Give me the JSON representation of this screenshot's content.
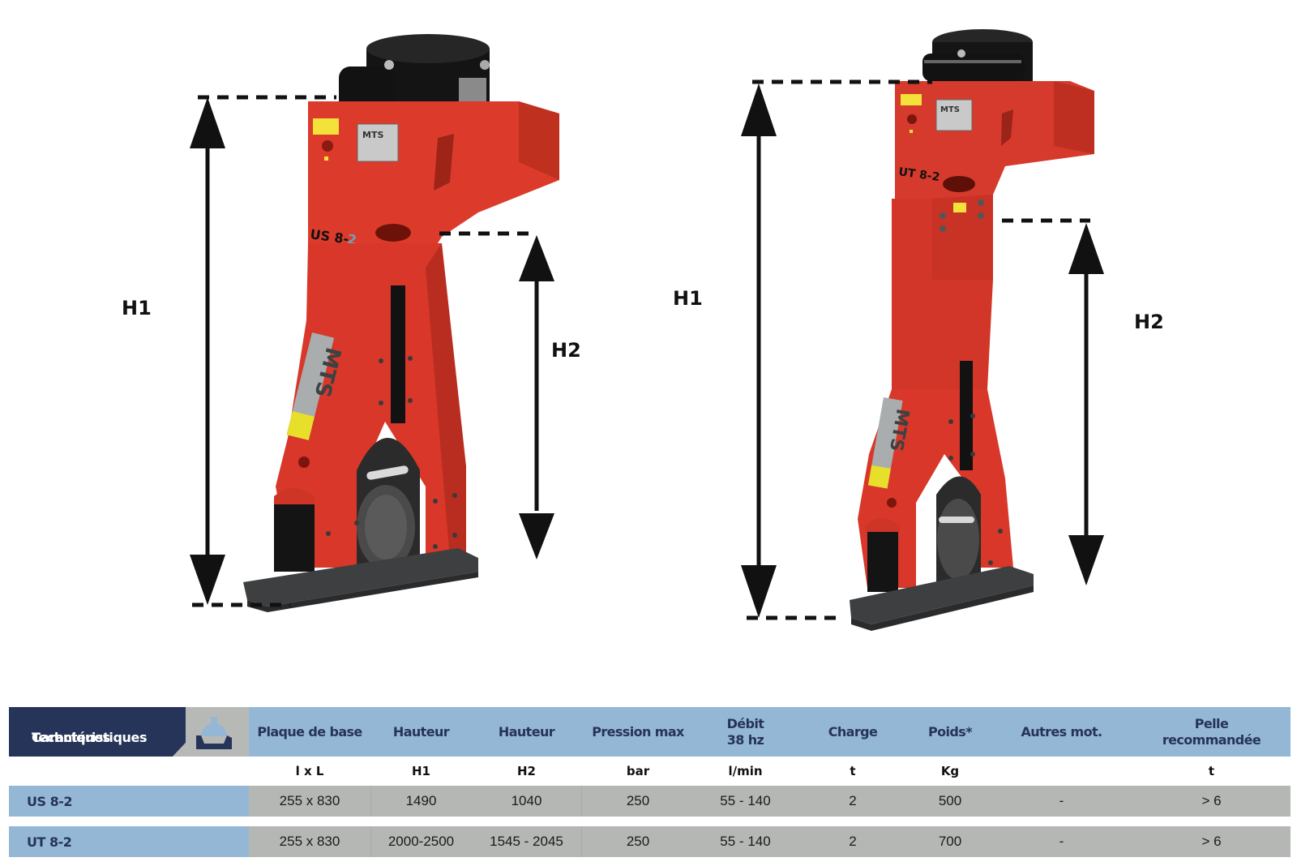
{
  "figure": {
    "left_machine": {
      "model_marking": "US 8-2",
      "brand": "MTS",
      "dimensions": {
        "h1_label": "H1",
        "h2_label": "H2"
      }
    },
    "right_machine": {
      "model_marking": "UT 8-2",
      "brand": "MTS",
      "dimensions": {
        "h1_label": "H1",
        "h2_label": "H2"
      }
    },
    "colors": {
      "machine_body": "#d9392b",
      "machine_dark": "#1b1b1b",
      "base_plate": "#3c3c3e",
      "dimension_lines": "#111111"
    }
  },
  "table": {
    "title": "Caractéristiques\nTechniques",
    "title_line1": "Caractéristiques",
    "title_line2": "Techniques",
    "icon": "compactor-plate-icon",
    "colors": {
      "title_bg": "#26345a",
      "header_bg": "#95b7d6",
      "header_text": "#26345a",
      "icon_cell_bg": "#b7b9b6",
      "data_bg": "#b5b7b4"
    },
    "columns": [
      {
        "header": "Plaque de base",
        "unit": "l x L"
      },
      {
        "header": "Hauteur",
        "unit": "H1"
      },
      {
        "header": "Hauteur",
        "unit": "H2"
      },
      {
        "header": "Pression max",
        "unit": "bar"
      },
      {
        "header": "Débit\n38 hz",
        "unit": "l/min"
      },
      {
        "header": "Charge",
        "unit": "t"
      },
      {
        "header": "Poids*",
        "unit": "Kg"
      },
      {
        "header": "Autres mot.",
        "unit": ""
      },
      {
        "header": "Pelle\nrecommandée",
        "unit": "t"
      }
    ],
    "rows": [
      {
        "model": "US 8-2",
        "values": [
          "255 x 830",
          "1490",
          "1040",
          "250",
          "55 - 140",
          "2",
          "500",
          "-",
          "> 6"
        ]
      },
      {
        "model": "UT 8-2",
        "values": [
          "255 x 830",
          "2000-2500",
          "1545 - 2045",
          "250",
          "55 - 140",
          "2",
          "700",
          "-",
          "> 6"
        ]
      }
    ]
  }
}
